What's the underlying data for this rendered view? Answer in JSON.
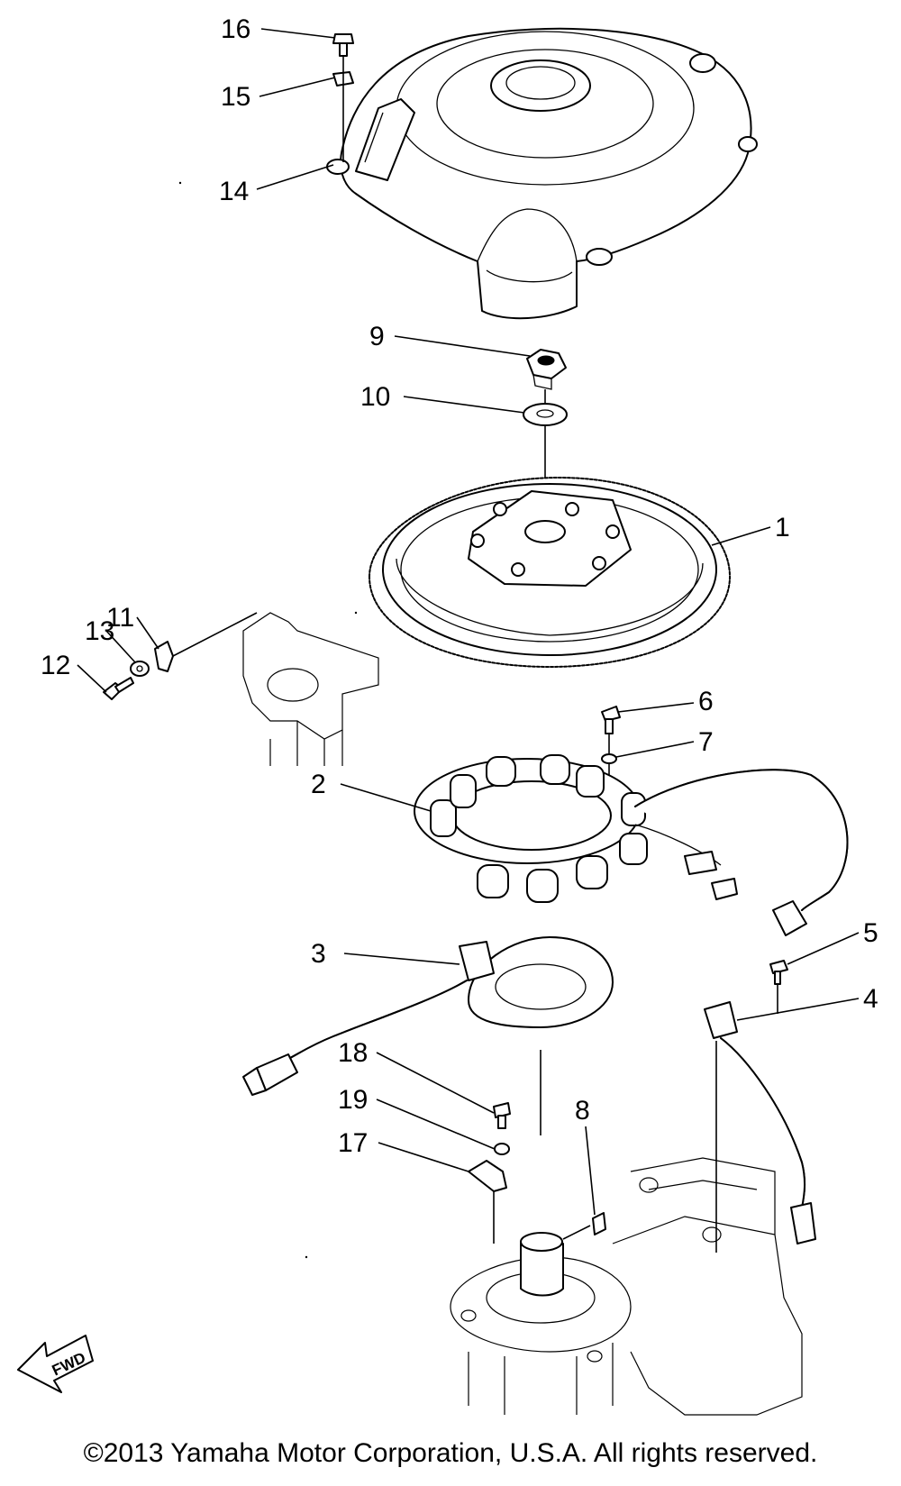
{
  "callouts": [
    "16",
    "15",
    "14",
    "9",
    "10",
    "1",
    "11",
    "13",
    "12",
    "6",
    "7",
    "2",
    "3",
    "5",
    "4",
    "18",
    "19",
    "17",
    "8"
  ],
  "direction_marker": "FWD",
  "footer": {
    "copyright": "©2013 Yamaha Motor Corporation, U.S.A. All rights reserved."
  }
}
